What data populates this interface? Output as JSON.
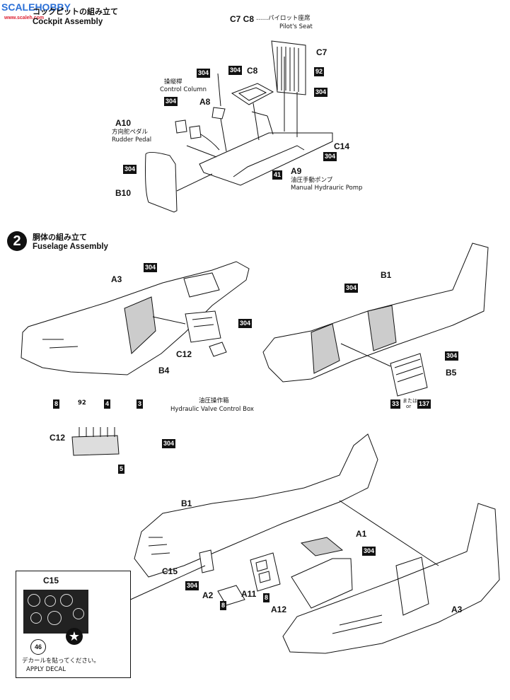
{
  "watermark": {
    "brand": "SCALEHOBBY",
    "sub": "www.scaleh.com"
  },
  "step1": {
    "title_jp": "コックピットの組み立て",
    "title_en": "Cockpit Assembly"
  },
  "step2": {
    "number": "2",
    "title_jp": "胴体の組み立て",
    "title_en": "Fuselage Assembly"
  },
  "labels": {
    "c7c8_parts": "C7 C8",
    "pilot_seat_jp": "……パイロット座席",
    "pilot_seat_en": "Pilot's Seat",
    "c7": "C7",
    "c8": "C8",
    "a8": "A8",
    "control_column_jp": "操縦桿",
    "control_column_en": "Control Column",
    "a10": "A10",
    "rudder_pedal_jp": "方向舵ペダル",
    "rudder_pedal_en": "Rudder Pedal",
    "c14": "C14",
    "a9": "A9",
    "hydraulic_pump_jp": "油圧手動ポンプ",
    "hydraulic_pump_en": "Manual Hydrauric Pomp",
    "b10": "B10",
    "a3_top": "A3",
    "b1_top": "B1",
    "c12": "C12",
    "b4": "B4",
    "b5": "B5",
    "valve_box_jp": "油圧操作箱",
    "valve_box_en": "Hydraulic Valve Control Box",
    "c12_detail": "C12",
    "or_jp": "または",
    "or_en": "or",
    "b1_bottom": "B1",
    "a1": "A1",
    "c15": "C15",
    "a2": "A2",
    "a11": "A11",
    "a12": "A12",
    "a3_bottom": "A3",
    "decal_c15": "C15",
    "decal_number": "46",
    "decal_jp": "デカールを貼ってください。",
    "decal_en": "APPLY DECAL"
  },
  "paint_codes": {
    "c8_304": "304",
    "c7_92": "92",
    "c7_304": "304",
    "a8_304": "304",
    "a10_304": "304",
    "c14_304": "304",
    "a9_41": "41",
    "b10_304": "304",
    "a3_304": "304",
    "b4_304": "304",
    "b1_304": "304",
    "b5_304": "304",
    "b5_33": "33",
    "b5_137": "137",
    "det_8": "8",
    "det_92": "92",
    "det_4": "4",
    "det_3": "3",
    "det_304": "304",
    "det_5": "5",
    "a1_304": "304",
    "c15_304": "304",
    "a2_8": "8",
    "a11_8": "8"
  }
}
